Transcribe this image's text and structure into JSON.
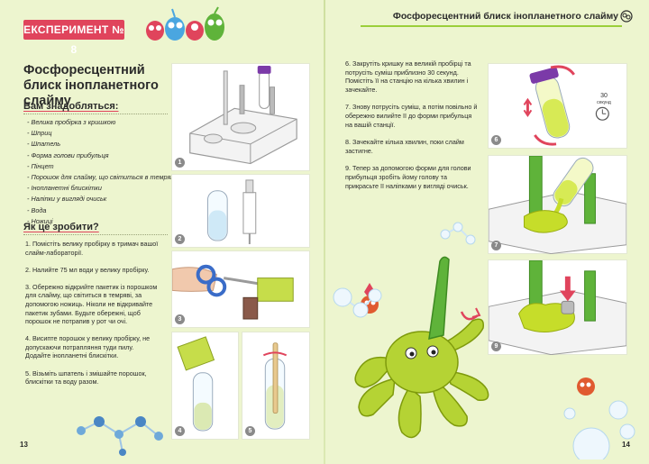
{
  "header": {
    "left_tag": "ЕКСПЕРИМЕНТ № 8",
    "right_title": "Фосфоресцентний блиск інопланетного слайму"
  },
  "left_page": {
    "title": "Фосфоресцентний блиск інопланетного слайму",
    "materials_heading": "Вам знадобляться:",
    "materials": [
      "Велика пробірка з кришкою",
      "Шприц",
      "Шпатель",
      "Форма голови прибульця",
      "Пінцет",
      "Порошок для слайму, що світиться в темряві",
      "Інопланетні блискітки",
      "Наліпки у вигляді очиськ",
      "Вода",
      "Ножиці"
    ],
    "howto_heading": "Як це зробити?",
    "steps": [
      "1. Помістіть велику пробірку в тримач вашої слайм-лабораторії.",
      "2. Налийте 75 мл води у велику пробірку.",
      "3. Обережно відкрийте пакетик із порошком для слайму, що світиться в темряві, за допомогою ножиць. Ніколи не відкривайте пакетик зубами. Будьте обережні, щоб порошок не потрапив у рот чи очі.",
      "4. Висипте порошок у велику пробірку, не допускаючи потрапляння туди пилу. Додайте інопланетні блискітки.",
      "5. Візьміть шпатель і змішайте порошок, блискітки та воду разом."
    ],
    "page_number": "13"
  },
  "right_page": {
    "steps": [
      "6. Закрутіть кришку на великій пробірці та потрусіть суміш приблизно 30 секунд. Помістіть її на станцію на кілька хвилин і зачекайте.",
      "7. Знову потрусіть суміш, а потім повільно й обережно вилийте її до форми прибульця на вашій станції.",
      "8. Зачекайте кілька хвилин, поки слайм застигне.",
      "9. Тепер за допомогою форми для голови прибульця зробіть йому голову та прикрасьте її наліпками у вигляді очиськ."
    ],
    "timer_number": "30",
    "timer_unit": "секунд",
    "page_number": "14"
  },
  "panels": [
    "1",
    "2",
    "3",
    "4",
    "5",
    "6",
    "7",
    "9"
  ],
  "colors": {
    "accent_red": "#e0445c",
    "slime_green": "#b5d334",
    "tweezers_green": "#5fb33a",
    "background": "#edf5cf"
  }
}
